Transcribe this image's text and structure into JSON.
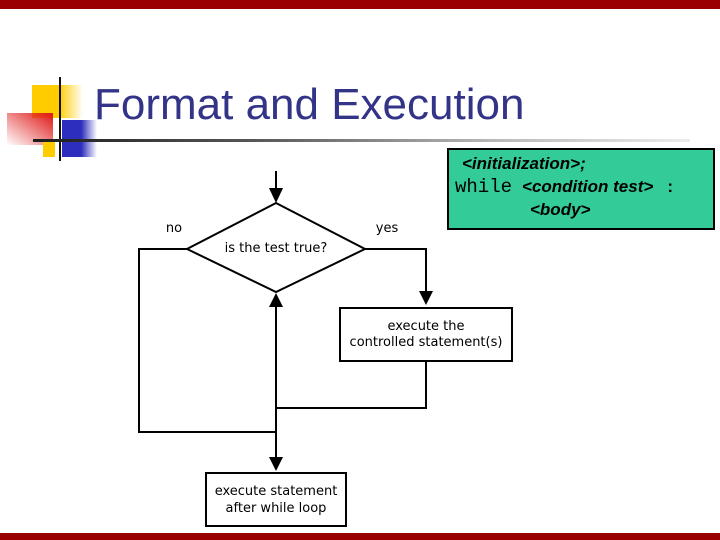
{
  "title": {
    "text": "Format and Execution"
  },
  "code_box": {
    "line1": "<initialization>;",
    "keyword": "while",
    "condition": "<condition test>",
    "colon": ":",
    "body": "<body>",
    "bg_color": "#33cc99"
  },
  "flowchart": {
    "question": "is the test true?",
    "no": "no",
    "yes": "yes",
    "execute_box": {
      "line1": "execute the",
      "line2": "controlled statement(s)"
    },
    "after_box": {
      "line1": "execute statement",
      "line2": "after while loop"
    }
  },
  "decoration": {
    "frame_bar_color": "#990000",
    "title_color": "#333388",
    "square_yellow": "#ffcc00",
    "square_red": "#e02020",
    "square_blue": "#2e2ebe"
  }
}
